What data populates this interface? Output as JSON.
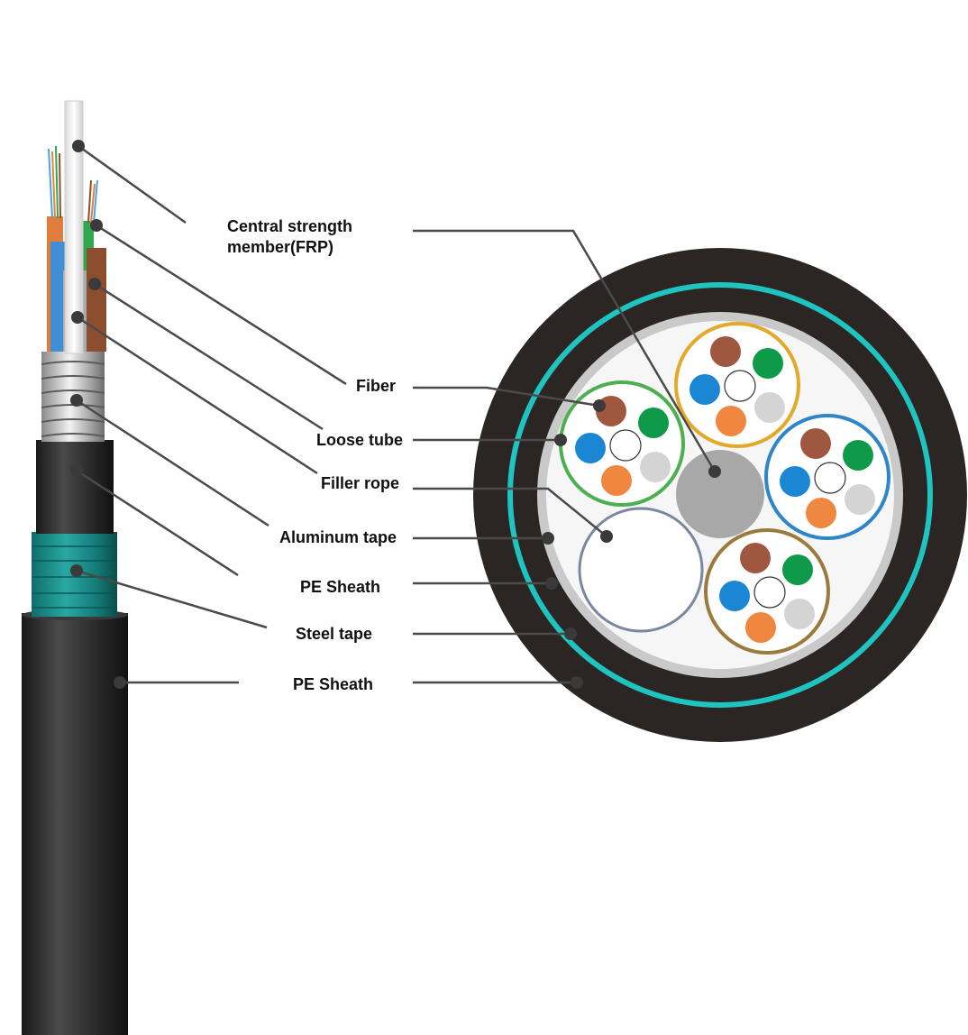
{
  "labels": {
    "central_strength_member_line1": "Central strength",
    "central_strength_member_line2": "member(FRP)",
    "fiber": "Fiber",
    "loose_tube": "Loose tube",
    "filler_rope": "Filler rope",
    "aluminum_tape": "Aluminum tape",
    "pe_sheath_inner": "PE Sheath",
    "steel_tape": "Steel tape",
    "pe_sheath_outer": "PE Sheath"
  },
  "colors": {
    "outer_sheath": "#2b2624",
    "steel_tape_ring": "#1fc4c0",
    "aluminum_ring": "#c9c9c9",
    "core_fill": "#f6f6f6",
    "frp": "#a8a8a8",
    "filler": "#7a87a0",
    "tube_green": "#4caf50",
    "tube_yellow": "#e3a92a",
    "tube_blue": "#2e86c8",
    "tube_brown": "#9b7a3e",
    "fiber_brown": "#a0573f",
    "fiber_green": "#0f9a4a",
    "fiber_blue": "#1b86d4",
    "fiber_orange": "#ef8740",
    "fiber_gray": "#d4d4d4",
    "leader": "#4a4a4a"
  }
}
